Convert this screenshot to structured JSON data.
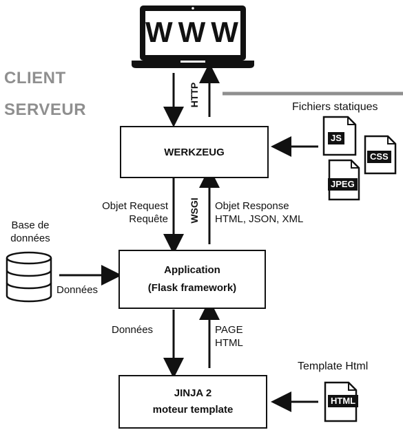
{
  "client": {
    "browser_text": "WWW",
    "zone_label": "CLIENT"
  },
  "server": {
    "zone_label": "SERVEUR"
  },
  "protocols": {
    "http": "HTTP",
    "wsgi": "WSGI"
  },
  "werkzeug": {
    "title": "WERKZEUG"
  },
  "application": {
    "line1": "Application",
    "line2": "(Flask framework)"
  },
  "jinja": {
    "line1": "JINJA 2",
    "line2": "moteur template"
  },
  "static_files": {
    "title": "Fichiers statiques",
    "files": [
      "JS",
      "CSS",
      "JPEG"
    ]
  },
  "database": {
    "title_line1": "Base de",
    "title_line2": "données",
    "flow_label": "Données"
  },
  "request": {
    "line1": "Objet Request",
    "line2": "Requête"
  },
  "response": {
    "line1": "Objet Response",
    "line2": "HTML, JSON, XML"
  },
  "app_to_jinja": {
    "label": "Données"
  },
  "jinja_to_app": {
    "line1": "PAGE",
    "line2": "HTML"
  },
  "template": {
    "title": "Template Html",
    "file": "HTML"
  },
  "colors": {
    "line": "#111111",
    "zone_text": "#8f8f8f",
    "divider": "#8f8f8f"
  }
}
